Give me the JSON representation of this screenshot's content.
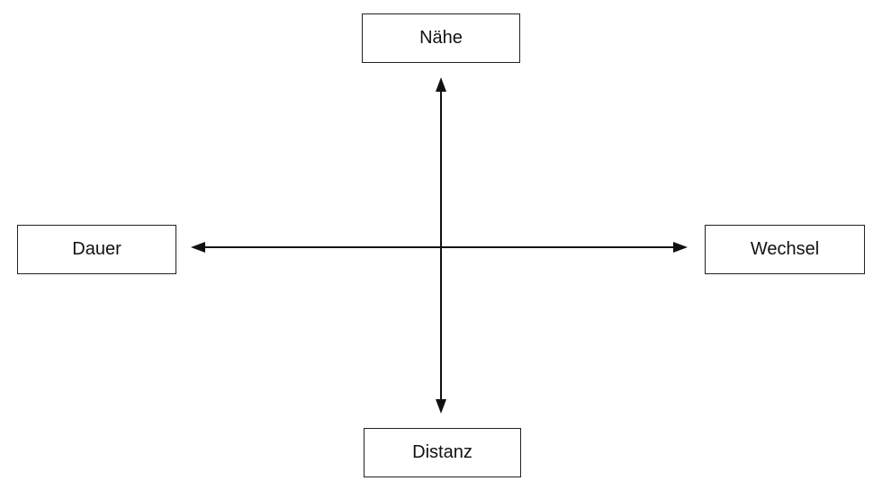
{
  "diagram": {
    "poles": {
      "top": "Nähe",
      "left": "Dauer",
      "right": "Wechsel",
      "bottom": "Distanz"
    },
    "colors": {
      "line": "#111111",
      "box_border": "#222222",
      "text": "#111111",
      "background": "#ffffff"
    }
  }
}
